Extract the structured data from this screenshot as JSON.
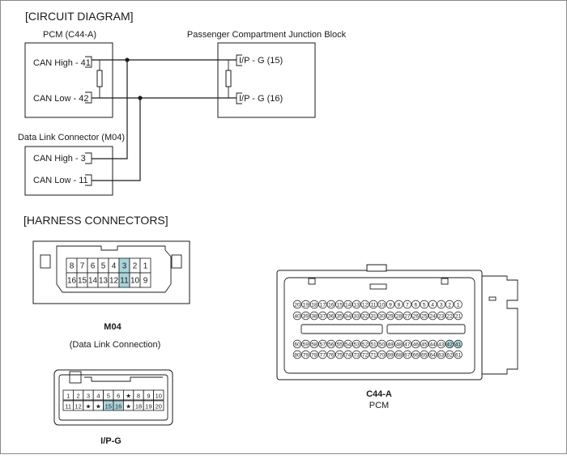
{
  "sections": {
    "circuit": "[CIRCUIT DIAGRAM]",
    "harness": "[HARNESS CONNECTORS]"
  },
  "pcm": {
    "title": "PCM (C44-A)",
    "can_high": "CAN High - 41",
    "can_low": "CAN Low - 42"
  },
  "pcjb": {
    "title": "Passenger Compartment Junction Block",
    "pin_high": "I/P - G (15)",
    "pin_low": "I/P - G (16)"
  },
  "dlc": {
    "title": "Data Link Connector (M04)",
    "can_high": "CAN High - 3",
    "can_low": "CAN Low - 11"
  },
  "m04": {
    "name": "M04",
    "desc": "(Data Link Connection)",
    "row1": [
      "8",
      "7",
      "6",
      "5",
      "4",
      "3",
      "2",
      "1"
    ],
    "row2": [
      "16",
      "15",
      "14",
      "13",
      "12",
      "11",
      "10",
      "9"
    ],
    "highlight": [
      "3",
      "11"
    ]
  },
  "ipg": {
    "name": "I/P-G",
    "row1": [
      "1",
      "2",
      "3",
      "4",
      "5",
      "6",
      "★",
      "8",
      "9",
      "10"
    ],
    "row2": [
      "11",
      "12",
      "★",
      "★",
      "15",
      "16",
      "★",
      "18",
      "19",
      "20"
    ],
    "highlight": [
      "15",
      "16"
    ]
  },
  "c44a": {
    "name": "C44-A",
    "desc": "PCM",
    "row1": [
      "20",
      "19",
      "18",
      "17",
      "16",
      "15",
      "14",
      "13",
      "12",
      "11",
      "10",
      "9",
      "8",
      "7",
      "6",
      "5",
      "4",
      "3",
      "2",
      "1"
    ],
    "row2": [
      "40",
      "39",
      "38",
      "37",
      "36",
      "35",
      "34",
      "33",
      "32",
      "31",
      "30",
      "29",
      "28",
      "27",
      "26",
      "25",
      "24",
      "23",
      "22",
      "21"
    ],
    "row3": [
      "60",
      "59",
      "58",
      "57",
      "56",
      "55",
      "54",
      "53",
      "52",
      "51",
      "50",
      "49",
      "48",
      "47",
      "46",
      "45",
      "44",
      "43",
      "42",
      "41"
    ],
    "row4": [
      "80",
      "79",
      "78",
      "77",
      "76",
      "75",
      "74",
      "73",
      "72",
      "71",
      "70",
      "69",
      "68",
      "67",
      "66",
      "65",
      "64",
      "63",
      "62",
      "61"
    ],
    "highlight": [
      "41",
      "42"
    ]
  },
  "colors": {
    "highlight": "#a9d4db",
    "line": "#1a1a1a"
  }
}
